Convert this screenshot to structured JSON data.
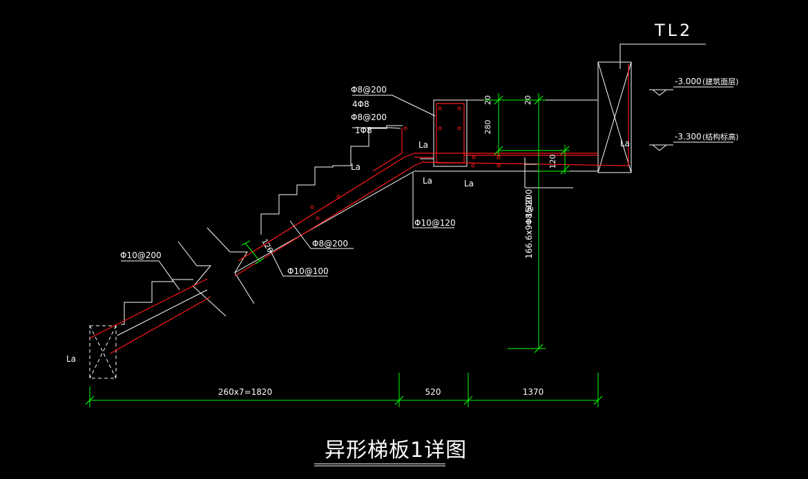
{
  "drawing": {
    "title": "异形梯板1详图",
    "beam_label": "TL2",
    "elevations": [
      {
        "value": "-3.000",
        "note": "(建筑面层)"
      },
      {
        "value": "-3.300",
        "note": "(结构标高)"
      }
    ],
    "rebar_labels": {
      "top_stirrup": "Φ8@200",
      "top_longitudinal": "4Φ8",
      "mid_stirrup": "Φ8@200",
      "mid_longitudinal": "1Φ8",
      "slab_top_left": "Φ10@200",
      "slab_dist": "Φ8@200",
      "slab_bottom": "Φ10@100",
      "landing_bottom": "Φ10@120",
      "landing_top": "Φ8@200"
    },
    "anchor_label": "La",
    "thickness_labels": {
      "slab": "120",
      "landing": "120",
      "beam_height": "280",
      "top_a": "20",
      "top_b": "20"
    },
    "vertical_dim": "166.6x9=1500",
    "horizontal_dims": [
      "260x7=1820",
      "520",
      "1370"
    ]
  }
}
